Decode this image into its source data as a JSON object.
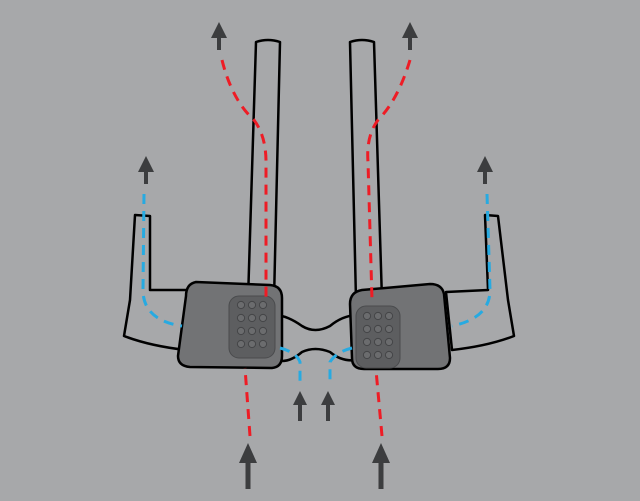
{
  "diagram": {
    "subject": "bike-aerobar-cockpit-cable-routing",
    "colors": {
      "background": "#a7a8aa",
      "bar_outline": "#000000",
      "bar_fill": "#a7a8aa",
      "pad_fill": "#727375",
      "pad_inner_fill": "#5d5e60",
      "pad_hole_fill": "#6b6c6e",
      "red_route": "#ee1c25",
      "blue_route": "#27aae1",
      "arrow": "#3c3d3f"
    },
    "routes": [
      {
        "name": "left-extension-cable",
        "color_key": "red_route",
        "direction": "up"
      },
      {
        "name": "right-extension-cable",
        "color_key": "red_route",
        "direction": "up"
      },
      {
        "name": "left-basebar-cable",
        "color_key": "blue_route",
        "direction": "up"
      },
      {
        "name": "right-basebar-cable",
        "color_key": "blue_route",
        "direction": "up"
      }
    ],
    "icons": [
      "arrow-up-icon"
    ]
  }
}
